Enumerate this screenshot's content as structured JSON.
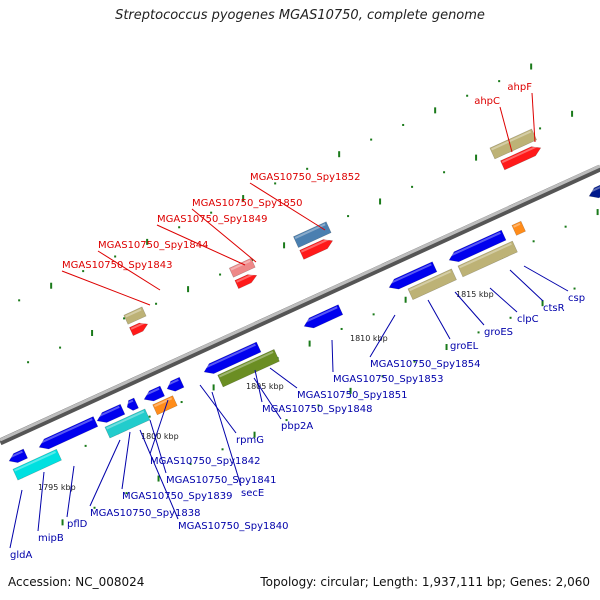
{
  "title": "Streptococcus pyogenes MGAS10750, complete genome",
  "footer": {
    "accession": "Accession: NC_008024",
    "stats": "Topology: circular; Length: 1,937,111 bp; Genes: 2,060"
  },
  "colors": {
    "backbone": "#8c8c8c",
    "forward_label": "#dd0000",
    "reverse_label": "#0000aa",
    "tick": "#1a7a1a"
  },
  "scale_labels": [
    "1795 kbp",
    "1800 kbp",
    "1805 kbp",
    "1810 kbp",
    "1815 kbp"
  ],
  "forward_genes": [
    "MGAS10750_Spy1843",
    "MGAS10750_Spy1844",
    "MGAS10750_Spy1849",
    "MGAS10750_Spy1850",
    "MGAS10750_Spy1852",
    "ahpC",
    "ahpF"
  ],
  "reverse_genes": [
    "gldA",
    "mipB",
    "pflD",
    "MGAS10750_Spy1838",
    "MGAS10750_Spy1839",
    "MGAS10750_Spy1840",
    "MGAS10750_Spy1841",
    "MGAS10750_Spy1842",
    "secE",
    "rpmG",
    "pbp2A",
    "MGAS10750_Spy1848",
    "MGAS10750_Spy1851",
    "MGAS10750_Spy1853",
    "MGAS10750_Spy1854",
    "groEL",
    "groES",
    "clpC",
    "ctsR",
    "csp"
  ]
}
